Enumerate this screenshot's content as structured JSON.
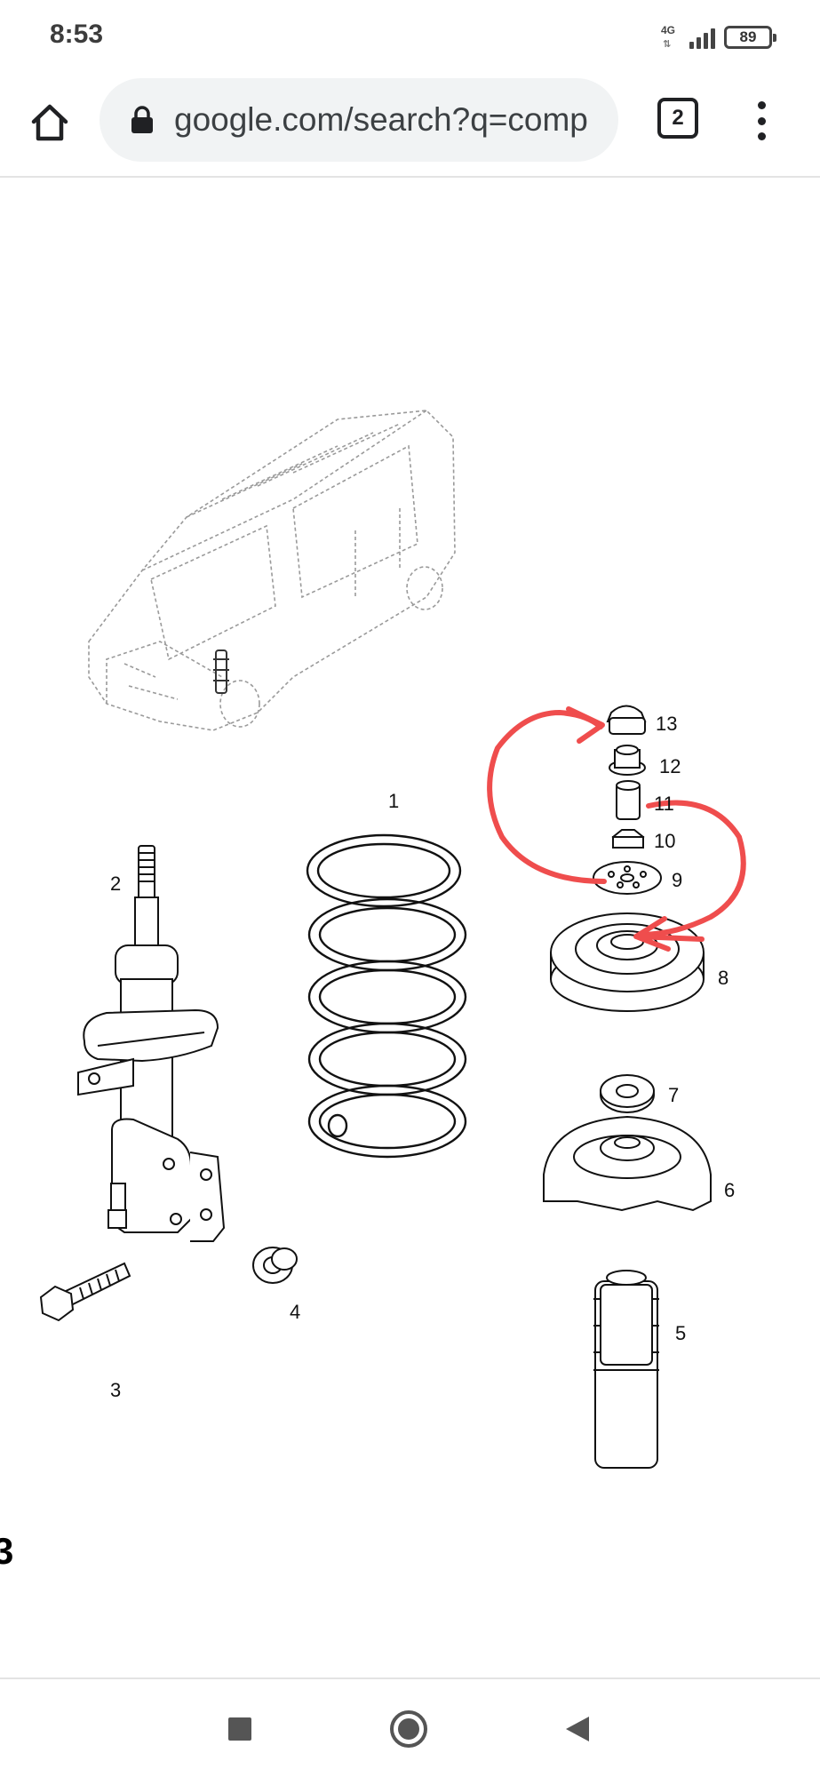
{
  "status_bar": {
    "time": "8:53",
    "network": "4G",
    "network_arrows": "⇅",
    "battery": "89"
  },
  "browser": {
    "url": "google.com/search?q=comp",
    "tab_count": "2"
  },
  "diagram": {
    "part_labels": [
      "1",
      "2",
      "3",
      "4",
      "5",
      "6",
      "7",
      "8",
      "9",
      "10",
      "11",
      "12",
      "13"
    ],
    "annotation_color": "#ef4d4d",
    "edge_text": "3"
  },
  "navigation": {
    "recents_icon": "square-icon",
    "home_icon": "circle-icon",
    "back_icon": "triangle-back-icon"
  }
}
